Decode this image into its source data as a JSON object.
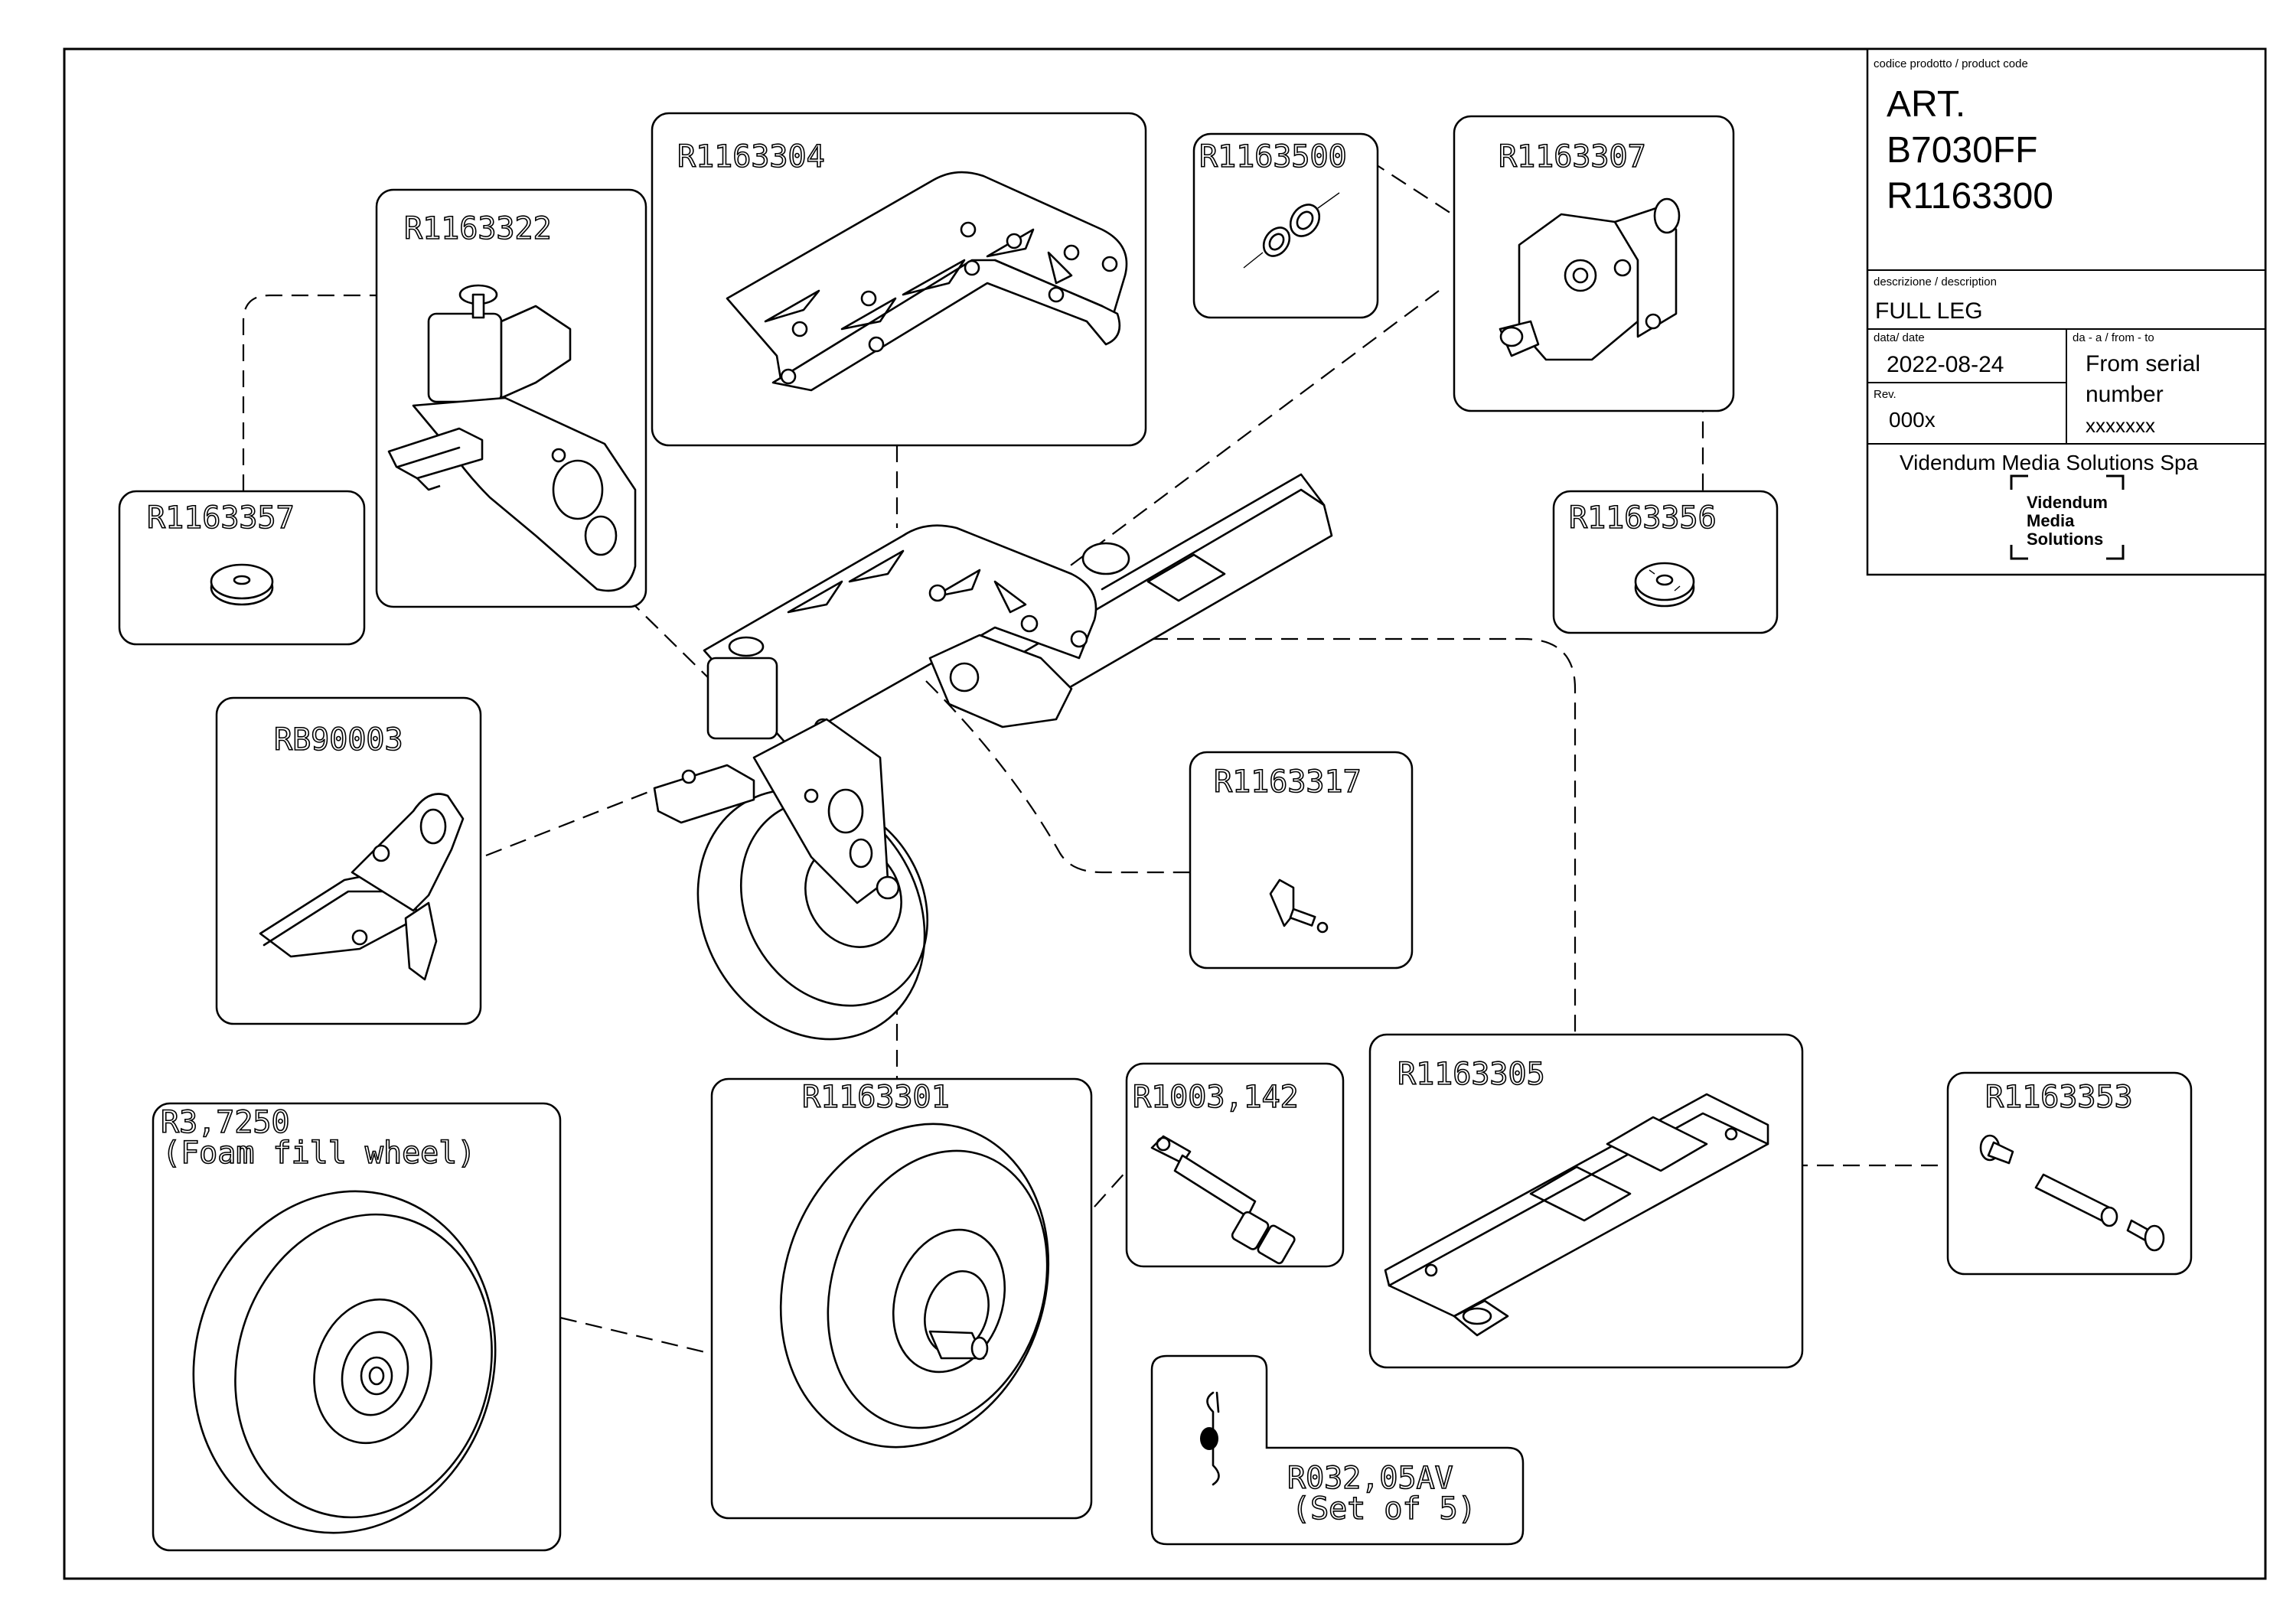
{
  "title_block": {
    "product_code_label": "codice prodotto / product code",
    "art_line1": "ART.",
    "art_line2": "B7030FF",
    "art_line3": "R1163300",
    "description_label": "descrizione / description",
    "description_value": "FULL LEG",
    "date_label": "data/ date",
    "date_value": "2022-08-24",
    "from_to_label": "da - a / from - to",
    "from_to_line1": "From serial",
    "from_to_line2": "number",
    "from_to_line3": "xxxxxxx",
    "rev_label": "Rev.",
    "rev_value": "000x",
    "company": "Videndum Media Solutions Spa",
    "logo_line1": "Videndum",
    "logo_line2": "Media",
    "logo_line3": "Solutions"
  },
  "parts": {
    "p1163304": "R1163304",
    "p1163322": "R1163322",
    "p1163500": "R1163500",
    "p1163307": "R1163307",
    "p1163357": "R1163357",
    "p1163356": "R1163356",
    "rb90003": "RB90003",
    "p1163317": "R1163317",
    "p1163301": "R1163301",
    "p1003142": "R1003,142",
    "p1163305": "R1163305",
    "p1163353": "R1163353",
    "wheel_code": "R3,7250",
    "wheel_note": "(Foam fill wheel)",
    "spring_code": "R032,05AV",
    "spring_note": "(Set of 5)"
  }
}
